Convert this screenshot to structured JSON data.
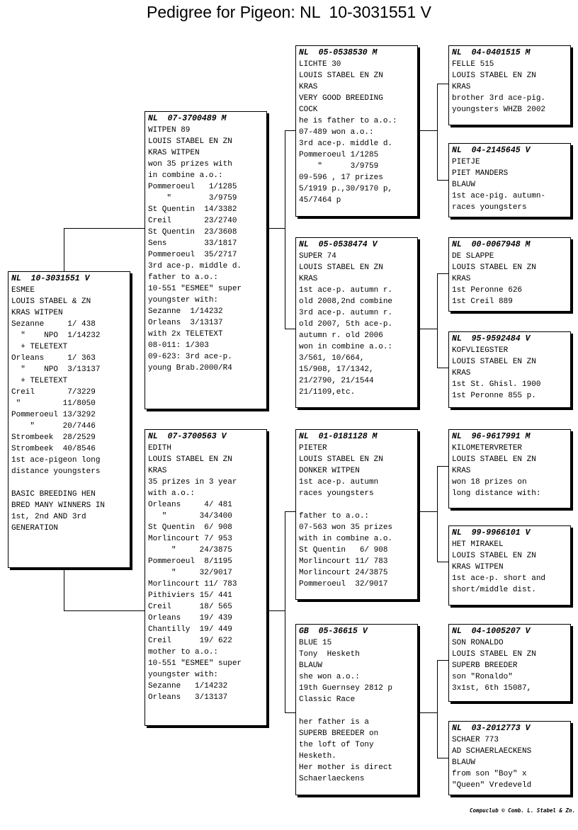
{
  "page": {
    "title": "Pedigree for Pigeon: NL  10-3031551 V",
    "footer": "Compuclub © Comb. L. Stabel & Zn."
  },
  "pigeons": [
    {
      "id": "subject",
      "ring": "NL  10-3031551 V",
      "lines": [
        "ESMEE",
        "LOUIS STABEL & ZN",
        "KRAS WITPEN",
        "Sezanne     1/ 438",
        "  \"    NPO  1/14232",
        "  + TELETEXT",
        "Orleans     1/ 363",
        "  \"    NPO  3/13137",
        "  + TELETEXT",
        "Creil       7/3229",
        " \"         11/8050",
        "Pommeroeul 13/3292",
        "    \"      20/7446",
        "Strombeek  28/2529",
        "Strombeek  40/8546",
        "1st ace-pigeon long",
        "distance youngsters",
        "",
        "BASIC BREEDING HEN",
        "BRED MANY WINNERS IN",
        "1st, 2nd AND 3rd",
        "GENERATION"
      ]
    },
    {
      "id": "sire",
      "ring": "NL  07-3700489 M",
      "lines": [
        "WITPEN 89",
        "LOUIS STABEL EN ZN",
        "KRAS WITPEN",
        "won 35 prizes with",
        "in combine a.o.:",
        "Pommeroeul   1/1285",
        "    \"        3/9759",
        "St Quentin  14/3382",
        "Creil       23/2740",
        "St Quentin  23/3608",
        "Sens        33/1817",
        "Pommeroeul  35/2717",
        "3rd ace-p. middle d.",
        "father to a.o.:",
        "10-551 \"ESMEE\" super",
        "youngster with:",
        "Sezanne  1/14232",
        "Orleans  3/13137",
        "with 2x TELETEXT",
        "08-011: 1/303",
        "09-623: 3rd ace-p.",
        "young Brab.2000/R4"
      ]
    },
    {
      "id": "dam",
      "ring": "NL  07-3700563 V",
      "lines": [
        "EDITH",
        "LOUIS STABEL EN ZN",
        "KRAS",
        "35 prizes in 3 year",
        "with a.o.:",
        "Orleans     4/ 481",
        "   \"       34/3400",
        "St Quentin  6/ 908",
        "Morlincourt 7/ 953",
        "     \"     24/3875",
        "Pommeroeul  8/1195",
        "     \"     32/9017",
        "Morlincourt 11/ 783",
        "Pithiviers 15/ 441",
        "Creil      18/ 565",
        "Orleans    19/ 439",
        "Chantilly  19/ 449",
        "Creil      19/ 622",
        "mother to a.o.:",
        "10-551 \"ESMEE\" super",
        "youngster with:",
        "Sezanne   1/14232",
        "Orleans   3/13137"
      ]
    },
    {
      "id": "sire-sire",
      "ring": "NL  05-0538530 M",
      "lines": [
        "LICHTE 30",
        "LOUIS STABEL EN ZN",
        "KRAS",
        "VERY GOOD BREEDING",
        "COCK",
        "he is father to a.o.:",
        "07-489 won a.o.:",
        "3rd ace-p. middle d.",
        "Pommeroeul 1/1285",
        "    \"      3/9759",
        "09-596 , 17 prizes",
        "5/1919 p.,30/9170 p,",
        "45/7464 p"
      ]
    },
    {
      "id": "sire-dam",
      "ring": "NL  05-0538474 V",
      "lines": [
        "SUPER 74",
        "LOUIS STABEL EN ZN",
        "KRAS",
        "1st ace-p. autumn r.",
        "old 2008,2nd combine",
        "3rd ace-p. autumn r.",
        "old 2007, 5th ace-p.",
        "autumn r. old 2006",
        "won in combine a.o.:",
        "3/561, 10/664,",
        "15/908, 17/1342,",
        "21/2790, 21/1544",
        "21/1109,etc."
      ]
    },
    {
      "id": "dam-sire",
      "ring": "NL  01-0181128 M",
      "lines": [
        "PIETER",
        "LOUIS STABEL EN ZN",
        "DONKER WITPEN",
        "1st ace-p. autumn",
        "races youngsters",
        "",
        "father to a.o.:",
        "07-563 won 35 prizes",
        "with in combine a.o.",
        "St Quentin   6/ 908",
        "Morlincourt 11/ 783",
        "Morlincourt 24/3875",
        "Pommeroeul  32/9017"
      ]
    },
    {
      "id": "dam-dam",
      "ring": "GB  05-36615 V",
      "lines": [
        "BLUE 15",
        "Tony  Hesketh",
        "BLAUW",
        "she won a.o.:",
        "19th Guernsey 2812 p",
        "Classic Race",
        "",
        "her father is a",
        "SUPERB BREEDER on",
        "the loft of Tony",
        "Hesketh.",
        "Her mother is direct",
        "Schaerlaeckens"
      ]
    },
    {
      "id": "ss-sire",
      "ring": "NL  04-0401515 M",
      "lines": [
        "FELLE 515",
        "LOUIS STABEL EN ZN",
        "KRAS",
        "brother 3rd ace-pig.",
        "youngsters WHZB 2002"
      ]
    },
    {
      "id": "ss-dam",
      "ring": "NL  04-2145645 V",
      "lines": [
        "PIETJE",
        "PIET MANDERS",
        "BLAUW",
        "1st ace-pig. autumn-",
        "races youngsters"
      ]
    },
    {
      "id": "sd-sire",
      "ring": "NL  00-0067948 M",
      "lines": [
        "DE SLAPPE",
        "LOUIS STABEL EN ZN",
        "KRAS",
        "1st Peronne 626",
        "1st Creil 889"
      ]
    },
    {
      "id": "sd-dam",
      "ring": "NL  95-9592484 V",
      "lines": [
        "KOFVLIEGSTER",
        "LOUIS STABEL EN ZN",
        "KRAS",
        "1st St. Ghisl. 1900",
        "1st Peronne 855 p."
      ]
    },
    {
      "id": "ds-sire",
      "ring": "NL  96-9617991 M",
      "lines": [
        "KILOMETERVRETER",
        "LOUIS STABEL EN ZN",
        "KRAS",
        "won 18 prizes on",
        "long distance with:"
      ]
    },
    {
      "id": "ds-dam",
      "ring": "NL  99-9966101 V",
      "lines": [
        "HET MIRAKEL",
        "LOUIS STABEL EN ZN",
        "KRAS WITPEN",
        "1st ace-p. short and",
        "short/middle dist."
      ]
    },
    {
      "id": "dd-sire",
      "ring": "NL  04-1005207 V",
      "lines": [
        "SON RONALDO",
        "LOUIS STABEL EN ZN",
        "SUPERB BREEDER",
        "son \"Ronaldo\"",
        "3x1st, 6th 15087,"
      ]
    },
    {
      "id": "dd-dam",
      "ring": "NL  03-2012773 V",
      "lines": [
        "SCHAER 773",
        "AD SCHAERLAECKENS",
        "BLAUW",
        "from son \"Boy\" x",
        "\"Queen\" Vredeveld"
      ]
    }
  ]
}
